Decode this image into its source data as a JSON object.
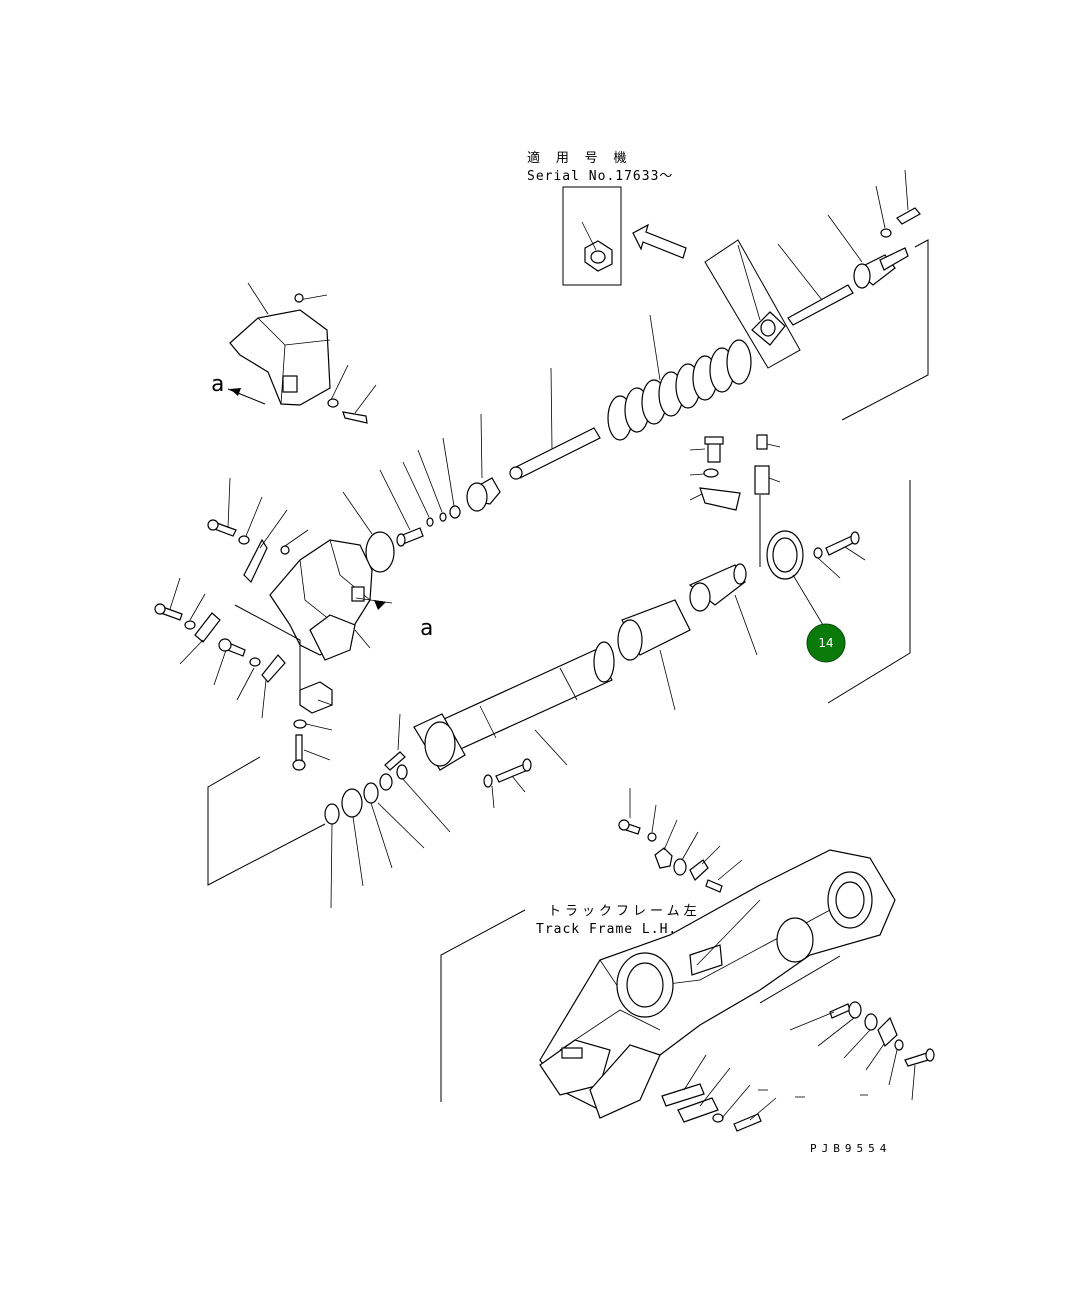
{
  "labels": {
    "serial_jp": "適 用 号 機",
    "serial_en": "Serial No.17633～",
    "track_frame_jp": "トラックフレーム左",
    "track_frame_en": "Track Frame L.H.",
    "view_a_top": "a",
    "view_a_mid": "a",
    "drawing_code": "PJB9554"
  },
  "callouts": [
    {
      "number": "14",
      "color": "#0a7a0a",
      "text_color": "#ffffff"
    }
  ]
}
